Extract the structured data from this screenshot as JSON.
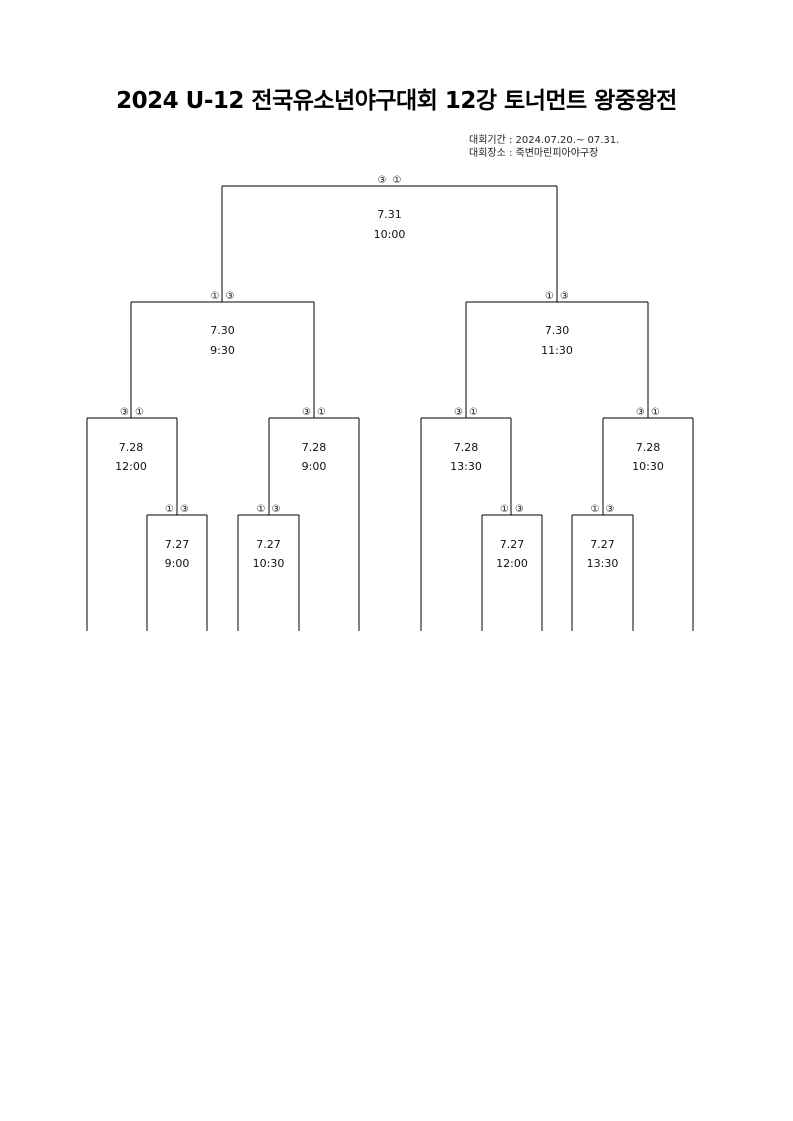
{
  "title": "2024 U-12 전국유소년야구대회 12강 토너먼트 왕중왕전",
  "meta": {
    "period": "대회기간 : 2024.07.20.~ 07.31.",
    "venue": "대회장소 : 죽변마린피아야구장"
  },
  "matches": [
    {
      "id": "final",
      "date": "7.31",
      "time": "10:00",
      "left_score": "③",
      "right_score": "①"
    },
    {
      "id": "semi-left",
      "date": "7.30",
      "time": "9:30",
      "left_score": "①",
      "right_score": "③"
    },
    {
      "id": "semi-right",
      "date": "7.30",
      "time": "11:30",
      "left_score": "①",
      "right_score": "③"
    },
    {
      "id": "qf-1",
      "date": "7.28",
      "time": "12:00",
      "left_score": "③",
      "right_score": "①"
    },
    {
      "id": "qf-2",
      "date": "7.28",
      "time": "9:00",
      "left_score": "③",
      "right_score": "①"
    },
    {
      "id": "qf-3",
      "date": "7.28",
      "time": "13:30",
      "left_score": "③",
      "right_score": "①"
    },
    {
      "id": "qf-4",
      "date": "7.28",
      "time": "10:30",
      "left_score": "③",
      "right_score": "①"
    },
    {
      "id": "r1-1",
      "date": "7.27",
      "time": "9:00",
      "left_score": "①",
      "right_score": "③"
    },
    {
      "id": "r1-2",
      "date": "7.27",
      "time": "10:30",
      "left_score": "①",
      "right_score": "③"
    },
    {
      "id": "r1-3",
      "date": "7.27",
      "time": "12:00",
      "left_score": "①",
      "right_score": "③"
    },
    {
      "id": "r1-4",
      "date": "7.27",
      "time": "13:30",
      "left_score": "①",
      "right_score": "③"
    }
  ]
}
